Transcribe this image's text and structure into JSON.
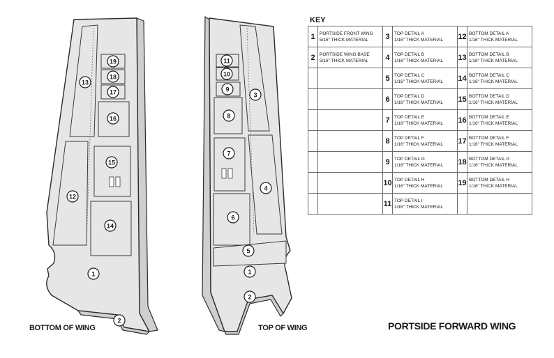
{
  "wing_labels": {
    "bottom": "BOTTOM OF WING",
    "top": "TOP OF WING"
  },
  "page_title": "PORTSIDE FORWARD WING",
  "key": {
    "title": "KEY",
    "columns": [
      [
        {
          "num": "1",
          "name": "PORTSIDE FRONT WING",
          "material": "5/16\" THICK MATERIAL"
        },
        {
          "num": "2",
          "name": "PORTSIDE WING BASE",
          "material": "5/16\" THICK MATERIAL"
        },
        {
          "num": "",
          "name": "",
          "material": ""
        },
        {
          "num": "",
          "name": "",
          "material": ""
        },
        {
          "num": "",
          "name": "",
          "material": ""
        },
        {
          "num": "",
          "name": "",
          "material": ""
        },
        {
          "num": "",
          "name": "",
          "material": ""
        },
        {
          "num": "",
          "name": "",
          "material": ""
        },
        {
          "num": "",
          "name": "",
          "material": ""
        }
      ],
      [
        {
          "num": "3",
          "name": "TOP DETAIL A",
          "material": "1/16\" THICK MATERIAL"
        },
        {
          "num": "4",
          "name": "TOP DETAIL B",
          "material": "1/16\" THICK MATERIAL"
        },
        {
          "num": "5",
          "name": "TOP DETAIL C",
          "material": "1/16\" THICK MATERIAL"
        },
        {
          "num": "6",
          "name": "TOP DETAIL D",
          "material": "1/16\" THICK MATERIAL"
        },
        {
          "num": "7",
          "name": "TOP DETAIL E",
          "material": "1/16\" THICK MATERIAL"
        },
        {
          "num": "8",
          "name": "TOP DETAIL F",
          "material": "1/16\" THICK MATERIAL"
        },
        {
          "num": "9",
          "name": "TOP DETAIL G",
          "material": "1/16\" THICK MATERIAL"
        },
        {
          "num": "10",
          "name": "TOP DETAIL H",
          "material": "1/16\" THICK MATERIAL"
        },
        {
          "num": "11",
          "name": "TOP DETAIL I",
          "material": "1/16\" THICK MATERIAL"
        }
      ],
      [
        {
          "num": "12",
          "name": "BOTTOM DETAIL A",
          "material": "1/16\" THICK MATERIAL"
        },
        {
          "num": "13",
          "name": "BOTTOM DETAIL B",
          "material": "1/16\" THICK MATERIAL"
        },
        {
          "num": "14",
          "name": "BOTTOM DETAIL C",
          "material": "1/16\" THICK MATERIAL"
        },
        {
          "num": "15",
          "name": "BOTTOM DETAIL D",
          "material": "1/16\" THICK MATERIAL"
        },
        {
          "num": "16",
          "name": "BOTTOM DETAIL E",
          "material": "1/16\" THICK MATERIAL"
        },
        {
          "num": "17",
          "name": "BOTTOM DETAIL F",
          "material": "1/16\" THICK MATERIAL"
        },
        {
          "num": "18",
          "name": "BOTTOM  DETAIL G",
          "material": "1/16\" THICK MATERIAL"
        },
        {
          "num": "19",
          "name": "BOTTOM DETAIL H",
          "material": "1/16\" THICK MATERIAL"
        },
        {
          "num": "",
          "name": "",
          "material": ""
        }
      ]
    ]
  },
  "bottom_wing_callouts": [
    "19",
    "18",
    "17",
    "16",
    "13",
    "15",
    "12",
    "14",
    "1",
    "2"
  ],
  "top_wing_callouts": [
    "11",
    "10",
    "9",
    "8",
    "3",
    "7",
    "4",
    "6",
    "5",
    "1",
    "2"
  ],
  "colors": {
    "fill": "#e6e6e6",
    "stroke": "#2b2b2b",
    "dark": "#1a1a1a"
  }
}
